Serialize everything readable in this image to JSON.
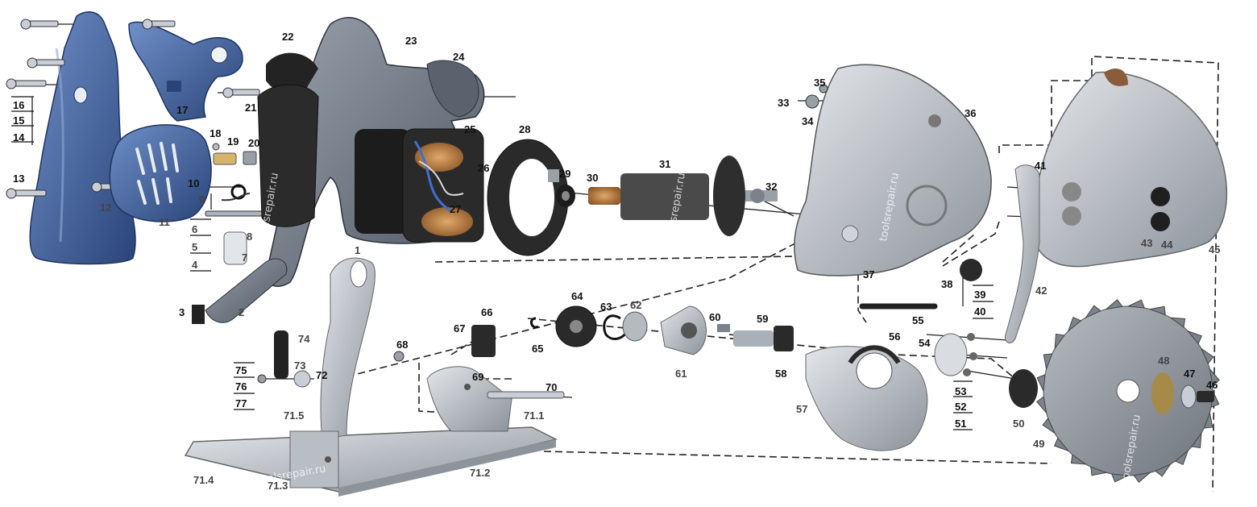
{
  "watermark": "toolsrepair.ru",
  "colors": {
    "handle_blue": "#3f5f9c",
    "handle_dark": "#2a4478",
    "housing_grey": "#6e7682",
    "motor_black": "#222222",
    "copper": "#b9793c",
    "guard_silver": "#b9bec5",
    "blade_grey": "#8f959c",
    "leader_line": "#222222"
  },
  "parts": [
    {
      "id": "1",
      "label": "1"
    },
    {
      "id": "2",
      "label": "2"
    },
    {
      "id": "3",
      "label": "3"
    },
    {
      "id": "4",
      "label": "4"
    },
    {
      "id": "5",
      "label": "5"
    },
    {
      "id": "6",
      "label": "6"
    },
    {
      "id": "7",
      "label": "7"
    },
    {
      "id": "8",
      "label": "8"
    },
    {
      "id": "9",
      "label": "9"
    },
    {
      "id": "10",
      "label": "10"
    },
    {
      "id": "11",
      "label": "11"
    },
    {
      "id": "12",
      "label": "12"
    },
    {
      "id": "13",
      "label": "13"
    },
    {
      "id": "14",
      "label": "14"
    },
    {
      "id": "15",
      "label": "15"
    },
    {
      "id": "16",
      "label": "16"
    },
    {
      "id": "17",
      "label": "17"
    },
    {
      "id": "18",
      "label": "18"
    },
    {
      "id": "19",
      "label": "19"
    },
    {
      "id": "20",
      "label": "20"
    },
    {
      "id": "21",
      "label": "21"
    },
    {
      "id": "22",
      "label": "22"
    },
    {
      "id": "23",
      "label": "23"
    },
    {
      "id": "24",
      "label": "24"
    },
    {
      "id": "25",
      "label": "25"
    },
    {
      "id": "26",
      "label": "26"
    },
    {
      "id": "27",
      "label": "27"
    },
    {
      "id": "28",
      "label": "28"
    },
    {
      "id": "29",
      "label": "29"
    },
    {
      "id": "30",
      "label": "30"
    },
    {
      "id": "31",
      "label": "31"
    },
    {
      "id": "32",
      "label": "32"
    },
    {
      "id": "33",
      "label": "33"
    },
    {
      "id": "34",
      "label": "34"
    },
    {
      "id": "35",
      "label": "35"
    },
    {
      "id": "36",
      "label": "36"
    },
    {
      "id": "37",
      "label": "37"
    },
    {
      "id": "38",
      "label": "38"
    },
    {
      "id": "39",
      "label": "39"
    },
    {
      "id": "40",
      "label": "40"
    },
    {
      "id": "41",
      "label": "41"
    },
    {
      "id": "42",
      "label": "42"
    },
    {
      "id": "43",
      "label": "43"
    },
    {
      "id": "44",
      "label": "44"
    },
    {
      "id": "45",
      "label": "45"
    },
    {
      "id": "46",
      "label": "46"
    },
    {
      "id": "47",
      "label": "47"
    },
    {
      "id": "48",
      "label": "48"
    },
    {
      "id": "49",
      "label": "49"
    },
    {
      "id": "50",
      "label": "50"
    },
    {
      "id": "51",
      "label": "51"
    },
    {
      "id": "52",
      "label": "52"
    },
    {
      "id": "53",
      "label": "53"
    },
    {
      "id": "54",
      "label": "54"
    },
    {
      "id": "55",
      "label": "55"
    },
    {
      "id": "56",
      "label": "56"
    },
    {
      "id": "57",
      "label": "57"
    },
    {
      "id": "58",
      "label": "58"
    },
    {
      "id": "59",
      "label": "59"
    },
    {
      "id": "60",
      "label": "60"
    },
    {
      "id": "61",
      "label": "61"
    },
    {
      "id": "62",
      "label": "62"
    },
    {
      "id": "63",
      "label": "63"
    },
    {
      "id": "64",
      "label": "64"
    },
    {
      "id": "65",
      "label": "65"
    },
    {
      "id": "66",
      "label": "66"
    },
    {
      "id": "67",
      "label": "67"
    },
    {
      "id": "68",
      "label": "68"
    },
    {
      "id": "69",
      "label": "69"
    },
    {
      "id": "70",
      "label": "70"
    },
    {
      "id": "71.1",
      "label": "71.1"
    },
    {
      "id": "71.2",
      "label": "71.2"
    },
    {
      "id": "71.3",
      "label": "71.3"
    },
    {
      "id": "71.4",
      "label": "71.4"
    },
    {
      "id": "71.5",
      "label": "71.5"
    },
    {
      "id": "72",
      "label": "72"
    },
    {
      "id": "73",
      "label": "73"
    },
    {
      "id": "74",
      "label": "74"
    },
    {
      "id": "75",
      "label": "75"
    },
    {
      "id": "76",
      "label": "76"
    },
    {
      "id": "77",
      "label": "77"
    }
  ]
}
